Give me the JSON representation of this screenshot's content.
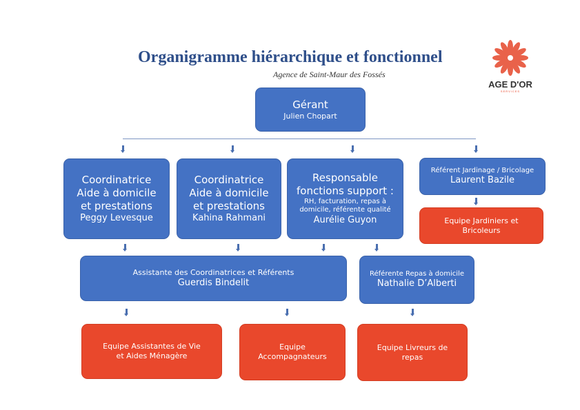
{
  "header": {
    "title": "Organigramme hiérarchique et fonctionnel",
    "subtitle": "Agence de Saint-Maur des Fossés"
  },
  "logo": {
    "name": "AGE D'OR",
    "tagline": "SERVICES"
  },
  "colors": {
    "manager": "#4472c4",
    "team": "#e9482c"
  },
  "nodes": {
    "gerant": {
      "role": "Gérant",
      "name": "Julien Chopart"
    },
    "coord1": {
      "role1": "Coordinatrice",
      "role2": "Aide à domicile",
      "role3": "et prestations",
      "name": "Peggy Levesque"
    },
    "coord2": {
      "role1": "Coordinatrice",
      "role2": "Aide à domicile",
      "role3": "et prestations",
      "name": "Kahina Rahmani"
    },
    "support": {
      "role1": "Responsable",
      "role2": "fonctions support :",
      "detail1": "RH, facturation, repas à",
      "detail2": "domicile, référente qualité",
      "name": "Aurélie Guyon"
    },
    "jardinage": {
      "role": "Référent Jardinage / Bricolage",
      "name": "Laurent Bazile"
    },
    "equipe_jardiniers": {
      "line1": "Equipe Jardiniers et",
      "line2": "Bricoleurs"
    },
    "assistante": {
      "role": "Assistante des Coordinatrices et Référents",
      "name": "Guerdis Bindelit"
    },
    "repas": {
      "role": "Référente Repas à domicile",
      "name": "Nathalie D’Alberti"
    },
    "equipe_av": {
      "line1": "Equipe Assistantes de Vie",
      "line2": "et Aides Ménagère"
    },
    "equipe_acc": {
      "line1": "Equipe",
      "line2": "Accompagnateurs"
    },
    "equipe_liv": {
      "line1": "Equipe Livreurs de",
      "line2": "repas"
    }
  }
}
